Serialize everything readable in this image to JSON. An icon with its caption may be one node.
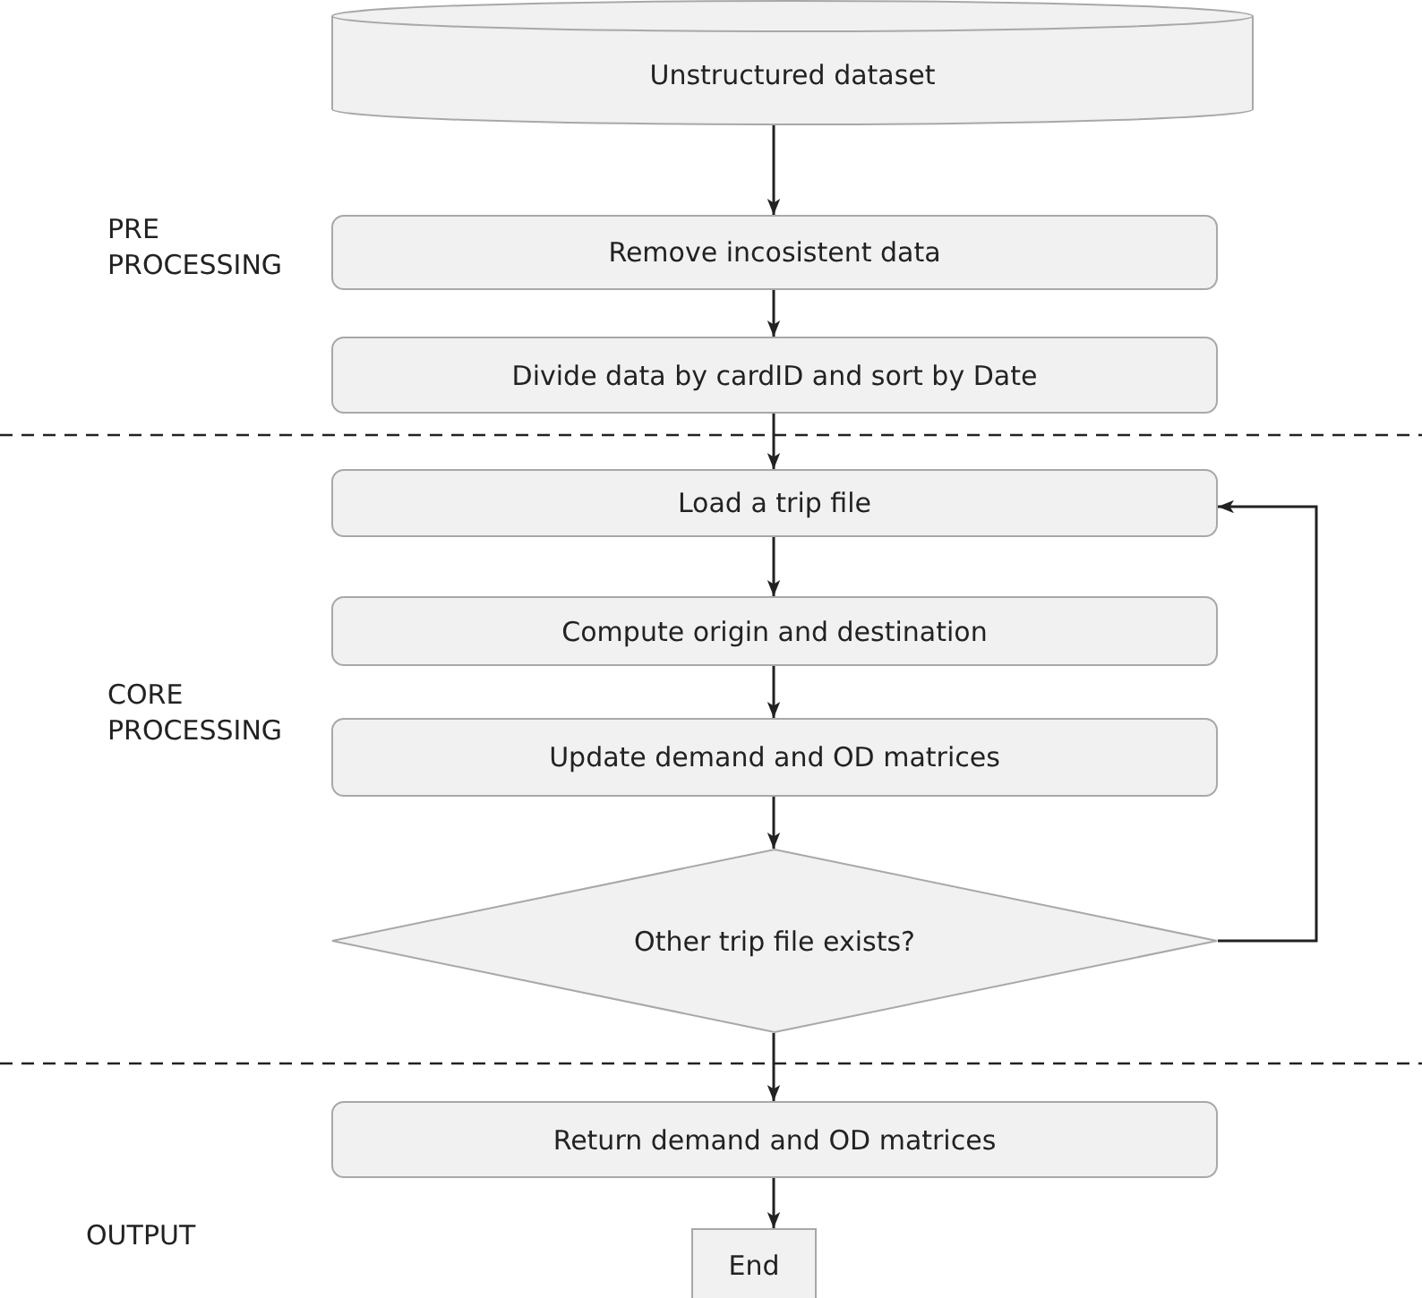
{
  "diagram": {
    "nodes": [
      {
        "text": [
          "Unstructured dataset"
        ]
      },
      {
        "text": [
          "Remove incosistent data"
        ]
      },
      {
        "text": [
          "Divide data by cardID and sort by Date"
        ]
      },
      {
        "text": [
          "Load a trip file"
        ]
      },
      {
        "text": [
          "Compute origin and destination"
        ]
      },
      {
        "text": [
          "Update demand and OD matrices"
        ]
      },
      {
        "text": [
          "Other trip file exists?"
        ]
      },
      {
        "text": [
          "Return demand and OD matrices"
        ]
      },
      {
        "text": [
          "End"
        ]
      }
    ],
    "edges": [
      {
        "from": 0,
        "to": 1,
        "arrow": "to"
      },
      {
        "from": 1,
        "to": 2,
        "arrow": "to"
      },
      {
        "from": 2,
        "to": 3,
        "arrow": "to"
      },
      {
        "from": 3,
        "to": 4,
        "arrow": "to"
      },
      {
        "from": 4,
        "to": 5,
        "arrow": "to"
      },
      {
        "from": 5,
        "to": 6,
        "arrow": "to"
      },
      {
        "from": 6,
        "to": 3,
        "arrow": "to"
      },
      {
        "from": 6,
        "to": 7,
        "arrow": "to"
      },
      {
        "from": 7,
        "to": 8,
        "arrow": "to"
      }
    ],
    "labels": [
      "PRE PROCESSING",
      "CORE PROCESSING",
      "OUTPUT"
    ]
  }
}
